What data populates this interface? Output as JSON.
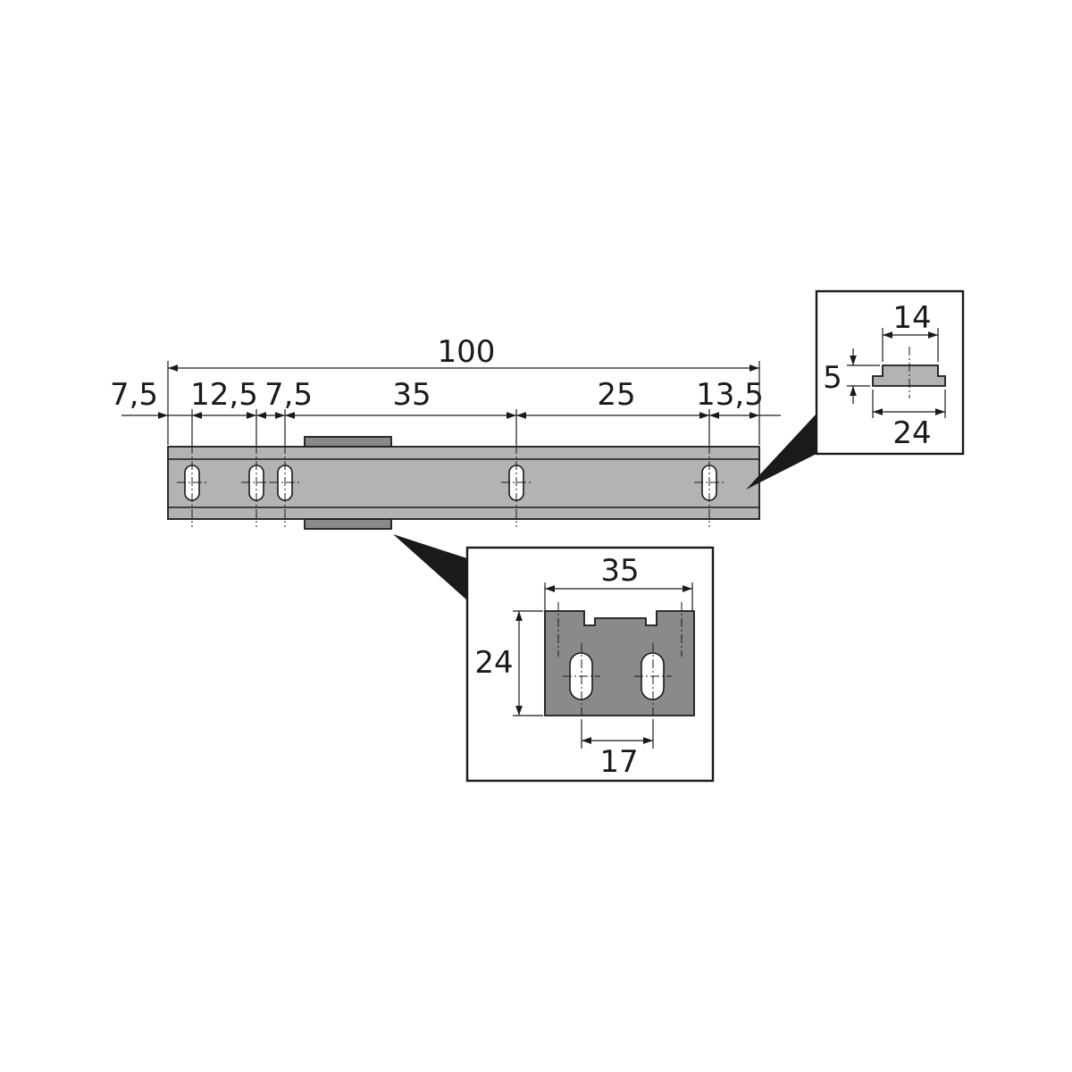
{
  "rail": {
    "overall_length": "100",
    "spacing": [
      "7,5",
      "12,5",
      "7,5",
      "35",
      "25",
      "13,5"
    ]
  },
  "profile_detail": {
    "top_width": "14",
    "height": "5",
    "bottom_width": "24"
  },
  "bracket_detail": {
    "width": "35",
    "height": "24",
    "slot_spacing": "17"
  },
  "colors": {
    "rail": "#b3b3b3",
    "bracket": "#8a8a8a",
    "lines": "#1a1a1a"
  }
}
